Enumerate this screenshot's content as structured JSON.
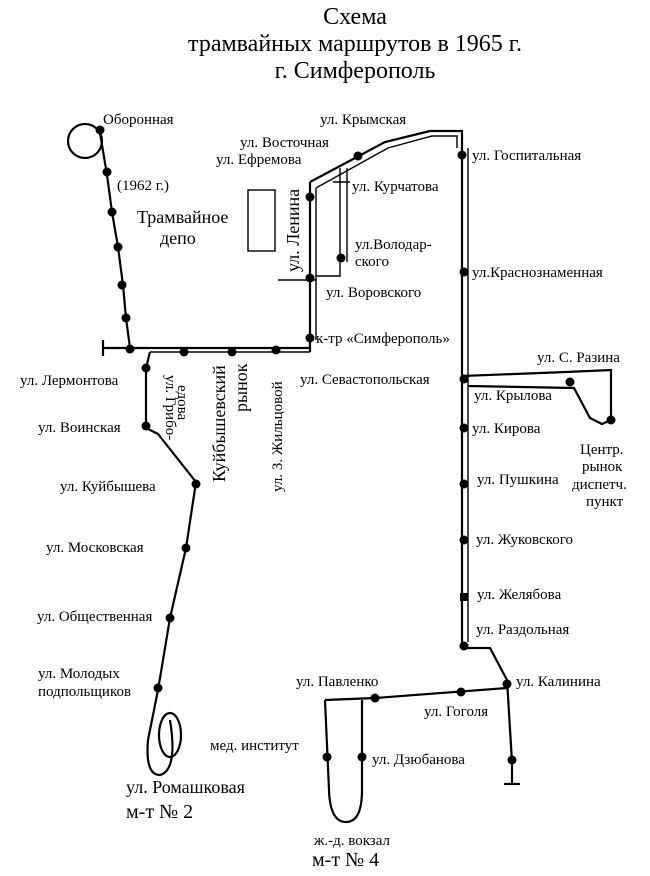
{
  "title": {
    "line1": "Схема",
    "line2": "трамвайных  маршрутов  в  1965 г.",
    "line3": "г.  Симферополь"
  },
  "labels": {
    "oboronnaya": "Оборонная",
    "year_1962": "(1962 г.)",
    "depot_1": "Трамвайное",
    "depot_2": "депо",
    "krymskaya": "ул. Крымская",
    "vostochnaya": "ул.  Восточная",
    "efremova": "ул. Ефремова",
    "kurchatova": "ул.  Курчатова",
    "lenina": "ул. Ленина",
    "volodarskogo_1": "ул.Володар-",
    "volodarskogo_2": "ского",
    "vorovskogo": "ул. Воровского",
    "gospitalnaya": "ул. Госпитальная",
    "krasnoznamennaya": "ул.Краснознаменная",
    "kt_simferopol": "к-тр «Симферополь»",
    "sevastopolskaya": "ул. Севастопольская",
    "s_razina": "ул. С. Разина",
    "krylova": "ул. Крылова",
    "kirova": "ул. Кирова",
    "central_market_1": "Центр.",
    "central_market_2": "рынок",
    "central_market_3": "диспетч.",
    "central_market_4": "пункт",
    "pushkina": "ул. Пушкина",
    "zhukovskogo": "ул. Жуковского",
    "zhelyabova": "ул. Желябова",
    "razdolnaya": "ул. Раздольная",
    "kalinina": "ул. Калинина",
    "pavlenko": "ул. Павленко",
    "gogolya": "ул. Гоголя",
    "med_institut": "мед. институт",
    "dzyubanova": "ул. Дзюбанова",
    "zhd_vokzal": "ж.-д. вокзал",
    "lermontova": "ул.  Лермонтова",
    "griboedova_1": "ул. Грибо-",
    "griboedova_2": "едова",
    "kuibyshevsky_1": "Куйбышевский",
    "kuibyshevsky_2": "рынок",
    "zhiltsovoi": "ул. З. Жильцовой",
    "voinskaya": "ул. Воинская",
    "kuibysheva": "ул. Куйбышева",
    "moskovskaya": "ул. Московская",
    "obshchestvennaya": "ул. Общественная",
    "molodykh_1": "ул. Молодых",
    "molodykh_2": "подпольщиков",
    "romashkovaya": "ул. Ромашковая"
  },
  "routes": {
    "route_2": "м-т № 2",
    "route_4": "м-т № 4"
  }
}
